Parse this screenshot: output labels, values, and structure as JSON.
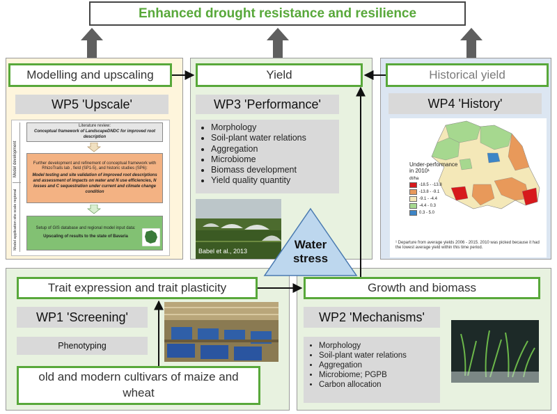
{
  "title": "Enhanced drought resistance and resilience",
  "modelling": {
    "header": "Modelling and upscaling",
    "wp": "WP5 'Upscale'",
    "side_labels": [
      "Model development",
      "Model application site scale regional"
    ],
    "flow": {
      "lit_title": "Literature review:",
      "lit_body": "Conceptual framework of LandscapeDNDC for improved root description",
      "dev_body": "Further development and refinement of conceptual framework with RhizoTraits lab , field (SP1-5), and historic studies (SP6):",
      "dev_bold": "Model testing and site validation of improved root descriptions and assessment of impacts on water and N use efficiencies, N losses and C sequestration under current and climate change condition",
      "gis_body": "Setup of GIS database and regional model input data:",
      "gis_bold": "Upscaling of results to the state of Bavaria"
    }
  },
  "yield": {
    "header": "Yield",
    "wp": "WP3 'Performance'",
    "items": [
      "Morphology",
      "Soil-plant water relations",
      "Aggregation",
      "Microbiome",
      "Biomass development",
      "Yield quality quantity"
    ],
    "photo_credit": "Babel et al., 2013"
  },
  "historical": {
    "header": "Historical yield",
    "wp": "WP4 'History'",
    "legend_title": "Under-performance in 2010¹",
    "legend_unit": "dt/ha",
    "legend_items": [
      {
        "label": "-18.5 - -13.8",
        "color": "#d7191c"
      },
      {
        "label": "-13.8 - -9.1",
        "color": "#e8995a"
      },
      {
        "label": "-9.1 - -4.4",
        "color": "#f4e8b8"
      },
      {
        "label": "-4.4 - 0.3",
        "color": "#a6d88f"
      },
      {
        "label": "0.3 - 5.0",
        "color": "#3d85c6"
      }
    ],
    "footnote": "¹ Departure from average yields 2006 - 2015. 2010 was picked because it had the lowest average yield within this time period."
  },
  "stress": {
    "line1": "Water",
    "line2": "stress"
  },
  "trait": {
    "header": "Trait expression and trait plasticity",
    "wp": "WP1 'Screening'",
    "sub": "Phenotyping",
    "cultivars": "old and modern cultivars of maize and wheat"
  },
  "growth": {
    "header": "Growth and biomass",
    "wp": "WP2 'Mechanisms'",
    "items": [
      "Morphology",
      "Soil-plant water relations",
      "Aggregation",
      "Microbiome; PGPB",
      "Carbon allocation"
    ]
  },
  "colors": {
    "green": "#58a83a",
    "panel_yellow": "#fef5dc",
    "panel_green": "#e8f2e0",
    "panel_blue": "#dce6f2",
    "gray": "#d9d9d9",
    "arrow_gray": "#5f5f5f",
    "triangle": "#bdd7ee"
  }
}
